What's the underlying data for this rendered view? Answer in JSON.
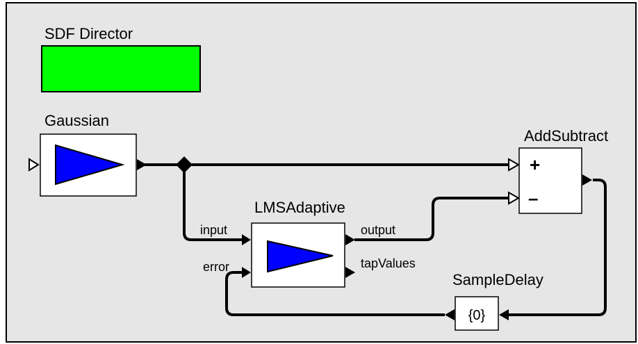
{
  "director": {
    "label": "SDF Director",
    "color": "#00ff00"
  },
  "actors": {
    "gaussian": {
      "label": "Gaussian"
    },
    "lms": {
      "label": "LMSAdaptive",
      "ports": {
        "input": "input",
        "error": "error",
        "output": "output",
        "tap_values": "tapValues"
      }
    },
    "add_subtract": {
      "label": "AddSubtract",
      "plus": "+",
      "minus": "–"
    },
    "sample_delay": {
      "label": "SampleDelay",
      "value": "{0}"
    }
  },
  "colors": {
    "canvas_bg": "#e6e6e6",
    "actor_fill": "#ffffff",
    "triangle_fill": "#0000ff",
    "wire": "#000000"
  }
}
